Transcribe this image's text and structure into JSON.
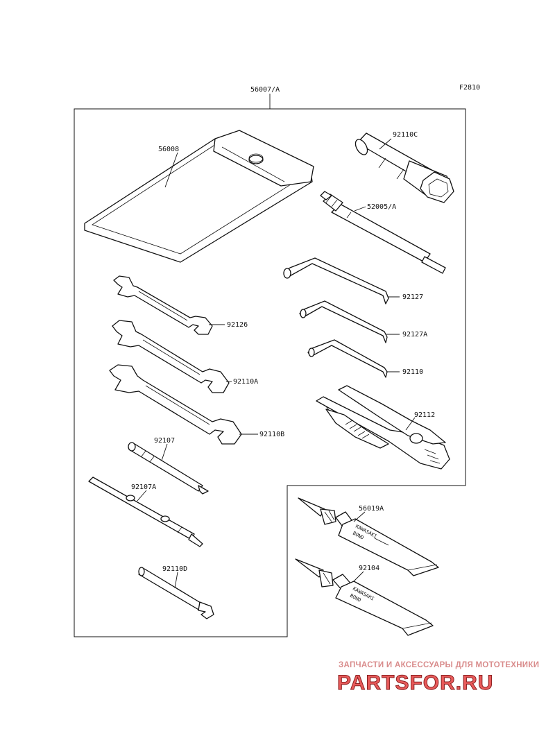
{
  "figure_code": "F2810",
  "callouts": {
    "kit": "56007/A",
    "pouch": "56008",
    "spark_plug_wrench": "92110C",
    "screwdriver_grip": "52005/A",
    "hex_large": "92127",
    "hex_medium": "92127A",
    "hex_small": "92110",
    "pliers": "92112",
    "wrench_small": "92126",
    "wrench_medium": "92110A",
    "wrench_large": "92110B",
    "driver_bit_short": "92107",
    "driver_bit_long": "92107A",
    "spoke_wrench": "92110D",
    "bond_a": "56019A",
    "bond_b": "92104"
  },
  "tube_label": [
    "KAWASAKI",
    "BOND"
  ],
  "watermark": {
    "tagline": "ЗАПЧАСТИ И АКСЕССУАРЫ ДЛЯ МОТОТЕХНИКИ",
    "brand": "PARTSFOR.RU"
  },
  "colors": {
    "line": "#111111",
    "watermark_text": "#d98c8c",
    "watermark_brand": "#e85a5a"
  }
}
